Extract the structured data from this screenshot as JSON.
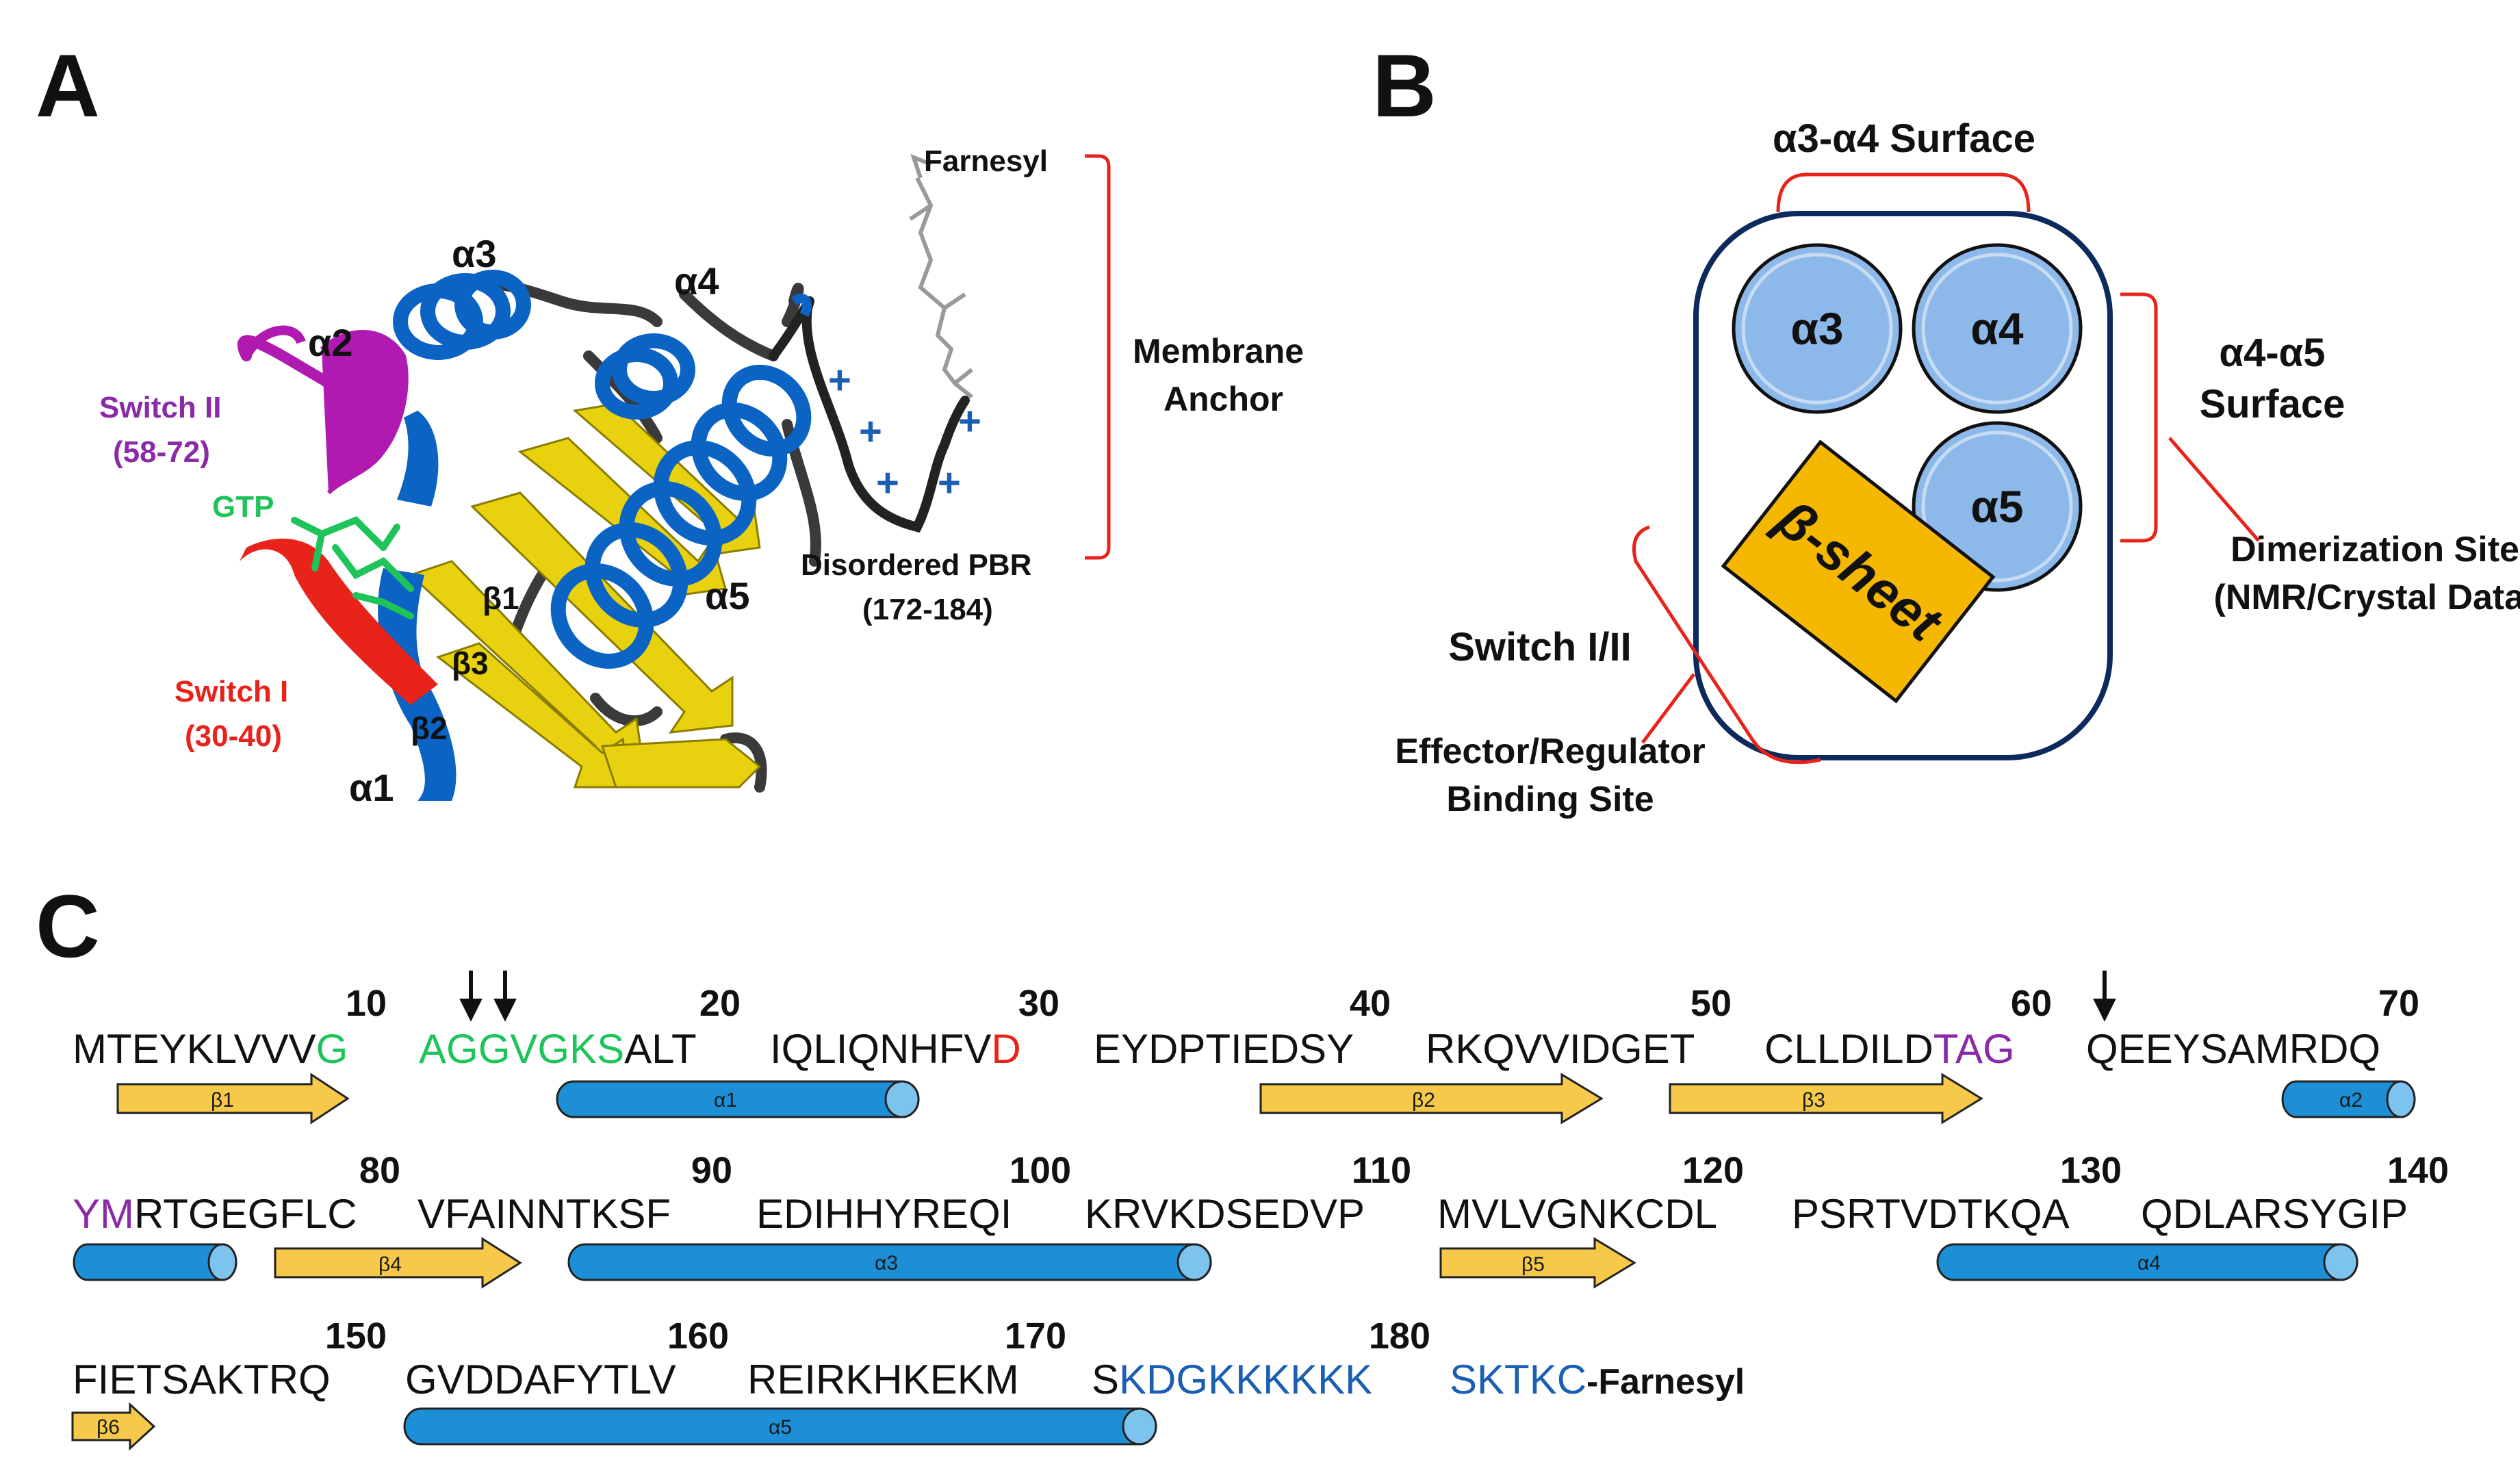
{
  "panels": {
    "a": "A",
    "b": "B",
    "c": "C"
  },
  "colors": {
    "helix": "#0b63c4",
    "helix_light": "#1b8ad8",
    "strand": "#e8d20f",
    "loop": "#3a3a3a",
    "switch1": "#e8231a",
    "switch2": "#b01ab0",
    "gtp": "#1ec45a",
    "pbr": "#1a5fb4",
    "bracket": "#e8231a",
    "circle_fill": "#8db8ea",
    "sheet_fill": "#f5b700",
    "box_stroke": "#0d2a5c"
  },
  "structure_a": {
    "helix_labels": [
      "α1",
      "α2",
      "α3",
      "α4",
      "α5"
    ],
    "strand_labels": [
      "β1",
      "β2",
      "β3"
    ],
    "switch2_name": "Switch II",
    "switch2_range": "(58-72)",
    "gtp": "GTP",
    "switch1_name": "Switch I",
    "switch1_range": "(30-40)",
    "farnesyl": "Farnesyl",
    "pbr_name": "Disordered PBR",
    "pbr_range": "(172-184)",
    "anchor_line1": "Membrane",
    "anchor_line2": "Anchor",
    "charge": "+"
  },
  "schematic_b": {
    "top_surface": "α3-α4 Surface",
    "circles": [
      "α3",
      "α4",
      "α5"
    ],
    "sheet": "β-sheet",
    "right_surface_line1": "α4-α5",
    "right_surface_line2": "Surface",
    "dimer_line1": "Dimerization Site",
    "dimer_line2": "(NMR/Crystal Data)",
    "switch": "Switch I/II",
    "effector_line1": "Effector/Regulator",
    "effector_line2": "Binding Site"
  },
  "sequence_c": {
    "rows": [
      {
        "numbers": [
          "10",
          "20",
          "30",
          "40",
          "50",
          "60",
          "70"
        ]
      },
      {
        "numbers": [
          "80",
          "90",
          "100",
          "110",
          "120",
          "130",
          "140"
        ]
      },
      {
        "numbers": [
          "150",
          "160",
          "170",
          "180"
        ]
      }
    ],
    "blocks": [
      [
        "MTEYKLVVVG",
        "AGGVGKSALT",
        "IQLIQNHFVD",
        "EYDPTIEDSY",
        "RKQVVIDGET",
        "CLLDILDTAG",
        "QEEYSAMRDQ"
      ],
      [
        "YMRTGEGFLC",
        "VFAINNTKSF",
        "EDIHHYREQI",
        "KRVKDSEDVP",
        "MVLVGNKCDL",
        "PSRTVDTKQA",
        "QDLARSYGIP"
      ],
      [
        "FIETSAKTRQ",
        "GVDDAFYTLV",
        "REIRKHKEKM",
        "SKDGKKKKKK",
        "SKTKC"
      ]
    ],
    "suffix": "-Farnesyl",
    "ss_labels": [
      "β1",
      "α1",
      "β2",
      "β3",
      "α2",
      "β4",
      "α3",
      "β5",
      "α4",
      "β6",
      "α5"
    ],
    "arrow_positions": [
      12,
      13,
      61
    ]
  }
}
